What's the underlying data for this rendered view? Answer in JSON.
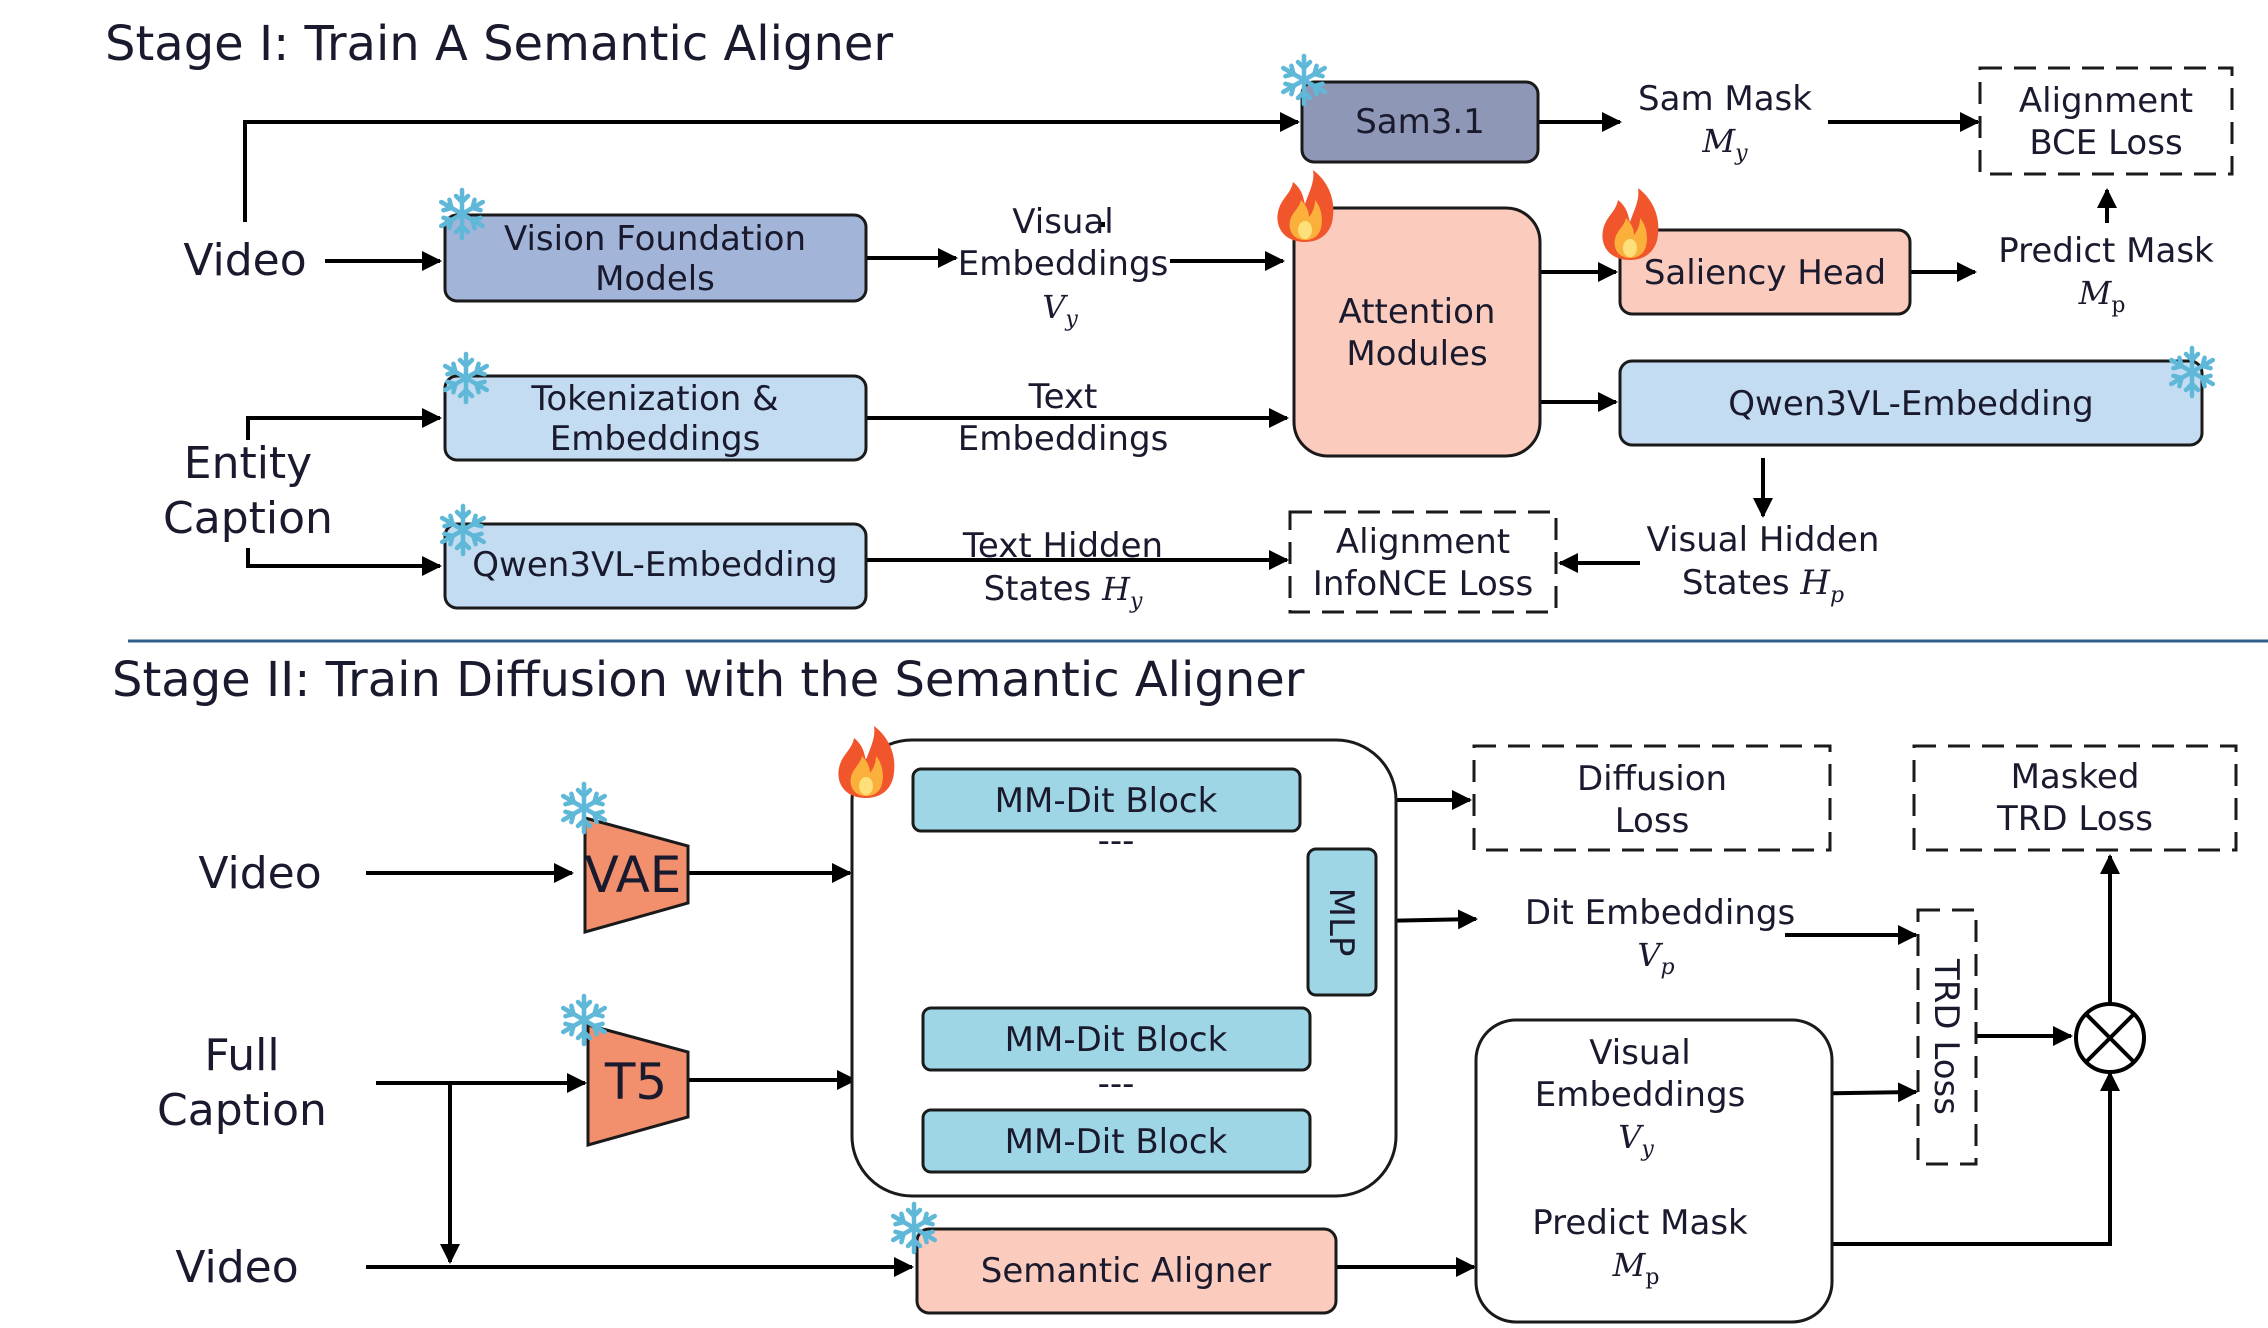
{
  "stage1": {
    "title": "Stage I: Train A Semantic Aligner",
    "video_label": "Video",
    "entity_caption": [
      "Entity",
      "Caption"
    ],
    "sam": "Sam3.1",
    "sam_mask": [
      "Sam Mask",
      "M",
      "y"
    ],
    "alignment_bce": [
      "Alignment",
      "BCE Loss"
    ],
    "vfm": [
      "Vision Foundation",
      "Models"
    ],
    "visual_embeddings": [
      "Visual",
      "Embeddings",
      "V",
      "y"
    ],
    "attention": [
      "Attention",
      "Modules"
    ],
    "saliency_head": "Saliency Head",
    "predict_mask": [
      "Predict Mask",
      "M",
      "p"
    ],
    "tokenization": [
      "Tokenization &",
      "Embeddings"
    ],
    "text_embeddings": [
      "Text",
      "Embeddings"
    ],
    "qwen_right": "Qwen3VL-Embedding",
    "qwen_left": "Qwen3VL-Embedding",
    "text_hidden": [
      "Text Hidden",
      "States ",
      "H",
      "y"
    ],
    "alignment_infonce": [
      "Alignment",
      "InfoNCE Loss"
    ],
    "visual_hidden": [
      "Visual Hidden",
      "States ",
      "H",
      "p"
    ]
  },
  "stage2": {
    "title": "Stage II: Train Diffusion with the Semantic Aligner",
    "video_label": "Video",
    "full_caption": [
      "Full",
      "Caption"
    ],
    "video2_label": "Video",
    "vae": "VAE",
    "t5": "T5",
    "mmdit_blocks": [
      "MM-Dit Block",
      "MM-Dit Block",
      "MM-Dit Block"
    ],
    "ellipsis": "---",
    "mlp": "MLP",
    "diffusion_loss": [
      "Diffusion",
      "Loss"
    ],
    "masked_trd": [
      "Masked",
      "TRD Loss"
    ],
    "dit_embeddings": [
      "Dit Embeddings",
      "V",
      "p"
    ],
    "trd_loss": "TRD Loss",
    "visual_embeddings": [
      "Visual",
      "Embeddings",
      "V",
      "y"
    ],
    "predict_mask": [
      "Predict Mask",
      "M",
      "p"
    ],
    "semantic_aligner": "Semantic Aligner"
  },
  "colors": {
    "sam": "#8e97b6",
    "vfm": "#a3b4d9",
    "light_blue": "#c4dcf1",
    "salmon": "#fbcbbd",
    "cyan": "#9fd6e6",
    "orange": "#f2906e",
    "divider": "#2f5f8a"
  },
  "icons": {
    "frozen": "snowflake-icon",
    "trainable": "flame-icon",
    "multiply": "circle-times-icon"
  }
}
